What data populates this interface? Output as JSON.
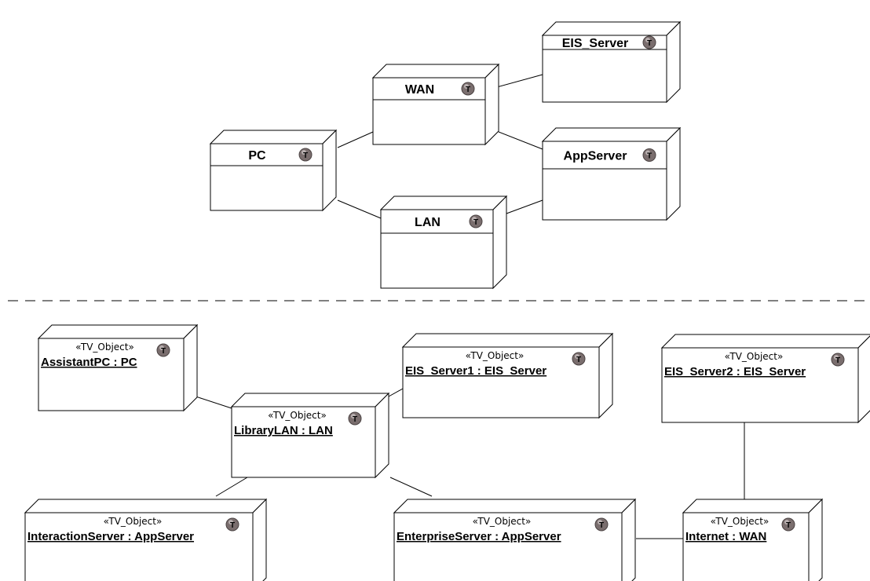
{
  "badge_letter": "T",
  "colors": {
    "stroke": "#000000",
    "fill": "#ffffff",
    "badge": "#7a6e6e",
    "badge_highlight": "#c9c0c0"
  },
  "type_nodes": [
    {
      "id": "eis-server",
      "title": "EIS_Server"
    },
    {
      "id": "wan",
      "title": "WAN"
    },
    {
      "id": "pc",
      "title": "PC"
    },
    {
      "id": "appserver",
      "title": "AppServer"
    },
    {
      "id": "lan",
      "title": "LAN"
    }
  ],
  "instance_nodes": [
    {
      "id": "assistantpc",
      "stereotype": "«TV_Object»",
      "name": "AssistantPC : PC"
    },
    {
      "id": "eis-server1",
      "stereotype": "«TV_Object»",
      "name": "EIS_Server1 : EIS_Server"
    },
    {
      "id": "eis-server2",
      "stereotype": "«TV_Object»",
      "name": "EIS_Server2 : EIS_Server"
    },
    {
      "id": "librarylan",
      "stereotype": "«TV_Object»",
      "name": "LibraryLAN : LAN"
    },
    {
      "id": "interactionserver",
      "stereotype": "«TV_Object»",
      "name": "InteractionServer : AppServer"
    },
    {
      "id": "enterpriseserver",
      "stereotype": "«TV_Object»",
      "name": "EnterpriseServer : AppServer"
    },
    {
      "id": "internet",
      "stereotype": "«TV_Object»",
      "name": "Internet : WAN"
    }
  ],
  "type_links": [
    [
      "wan",
      "eis-server"
    ],
    [
      "wan",
      "pc"
    ],
    [
      "wan",
      "appserver"
    ],
    [
      "pc",
      "lan"
    ],
    [
      "lan",
      "appserver"
    ]
  ],
  "instance_links": [
    [
      "assistantpc",
      "librarylan"
    ],
    [
      "librarylan",
      "eis-server1"
    ],
    [
      "librarylan",
      "interactionserver"
    ],
    [
      "librarylan",
      "enterpriseserver"
    ],
    [
      "enterpriseserver",
      "internet"
    ],
    [
      "internet",
      "eis-server2"
    ]
  ]
}
